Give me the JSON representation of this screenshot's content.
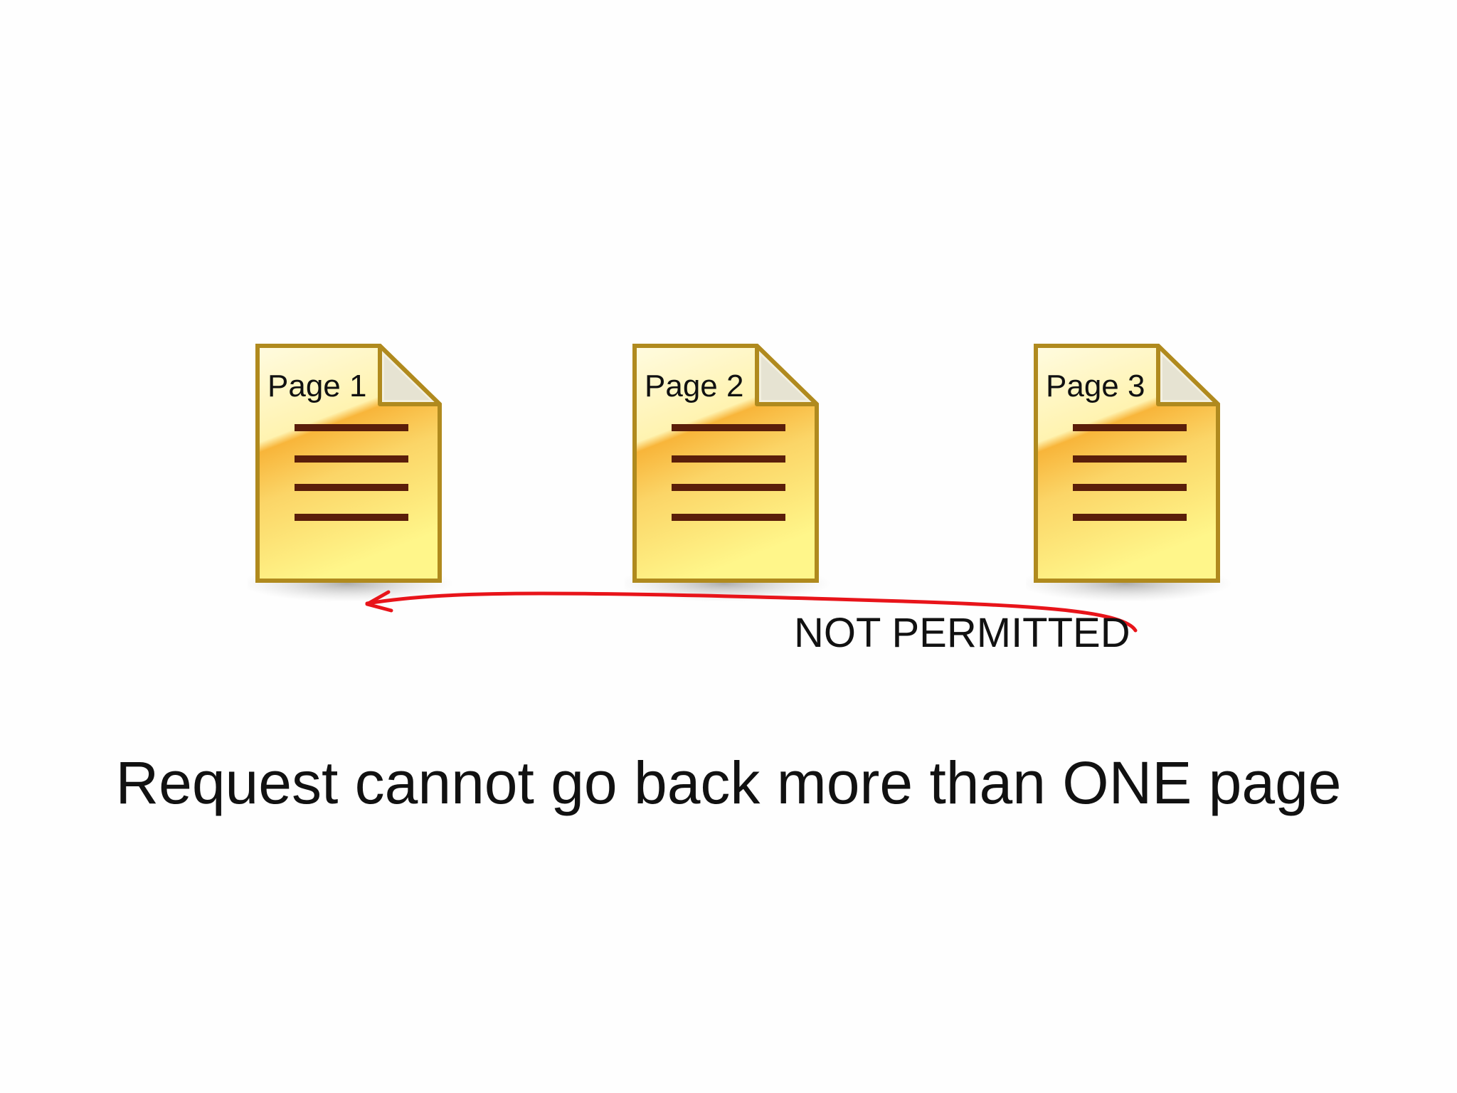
{
  "diagram": {
    "pages": [
      {
        "label": "Page 1"
      },
      {
        "label": "Page 2"
      },
      {
        "label": "Page 3"
      }
    ],
    "arrow": {
      "label": "NOT PERMITTED",
      "color": "#e8141a"
    },
    "caption": "Request cannot go back more than ONE page"
  },
  "colors": {
    "page_fill_top": "#fff8c8",
    "page_fill_mid": "#f5a623",
    "page_fill_bottom": "#fff37a",
    "page_border": "#b08a1e",
    "page_lines": "#5a1e0a"
  }
}
